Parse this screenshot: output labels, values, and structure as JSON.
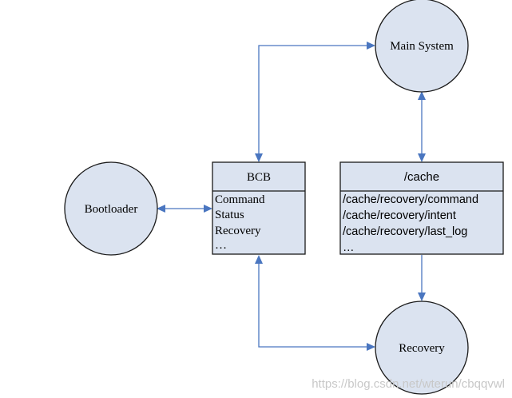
{
  "nodes": {
    "main_system": "Main System",
    "bootloader": "Bootloader",
    "recovery": "Recovery"
  },
  "bcb": {
    "title": "BCB",
    "fields": [
      "Command",
      "Status",
      "Recovery",
      "…"
    ]
  },
  "cache": {
    "title": "/cache",
    "files": [
      "/cache/recovery/command",
      "/cache/recovery/intent",
      "/cache/recovery/last_log",
      "…"
    ]
  },
  "watermark": "https://blog.csdn.net/wterun/cbqqvwl",
  "colors": {
    "node_fill": "#dbe3f0",
    "edge": "#4a76c0"
  }
}
